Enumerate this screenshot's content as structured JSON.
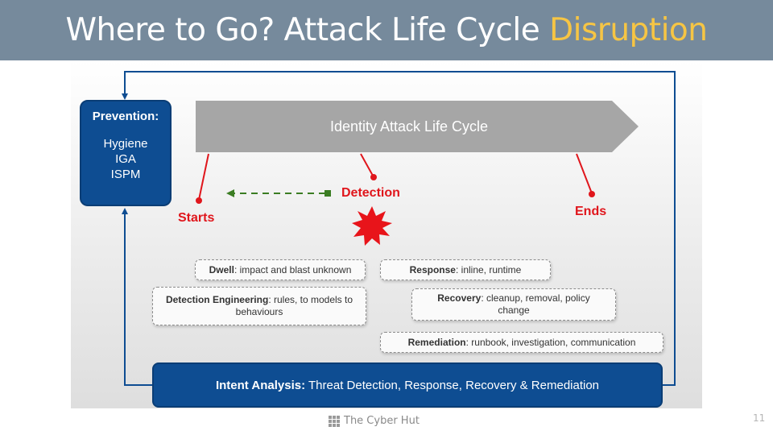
{
  "slide": {
    "title_main": "Where to Go? Attack Life Cycle ",
    "title_accent": "Disruption",
    "page_number": "11",
    "footer": "The Cyber Hut"
  },
  "colors": {
    "title_bg": "#768a9c",
    "accent": "#f6c544",
    "box_blue": "#0e4d92",
    "alert_red": "#e0161c",
    "arrow_gray": "#a6a6a6",
    "dash_green": "#3b7d23"
  },
  "diagram": {
    "lifecycle_arrow": "Identity Attack Life Cycle",
    "prevention": {
      "title": "Prevention:",
      "items": [
        "Hygiene",
        "IGA",
        "ISPM"
      ]
    },
    "markers": {
      "starts": "Starts",
      "detection": "Detection",
      "ends": "Ends"
    },
    "boxes": {
      "dwell": {
        "label": "Dwell",
        "text": ": impact and blast unknown"
      },
      "response": {
        "label": "Response",
        "text": ": inline, runtime"
      },
      "detection_engineering": {
        "label": "Detection Engineering",
        "text": ": rules, to models to behaviours"
      },
      "recovery": {
        "label": "Recovery",
        "text": ": cleanup, removal, policy change"
      },
      "remediation": {
        "label": "Remediation",
        "text": ": runbook, investigation, communication"
      }
    },
    "intent": {
      "label": "Intent Analysis:",
      "text": " Threat Detection, Response, Recovery & Remediation"
    },
    "icons": {
      "burst": "explosion-burst-icon",
      "logo": "cyber-hut-logo-icon"
    }
  }
}
